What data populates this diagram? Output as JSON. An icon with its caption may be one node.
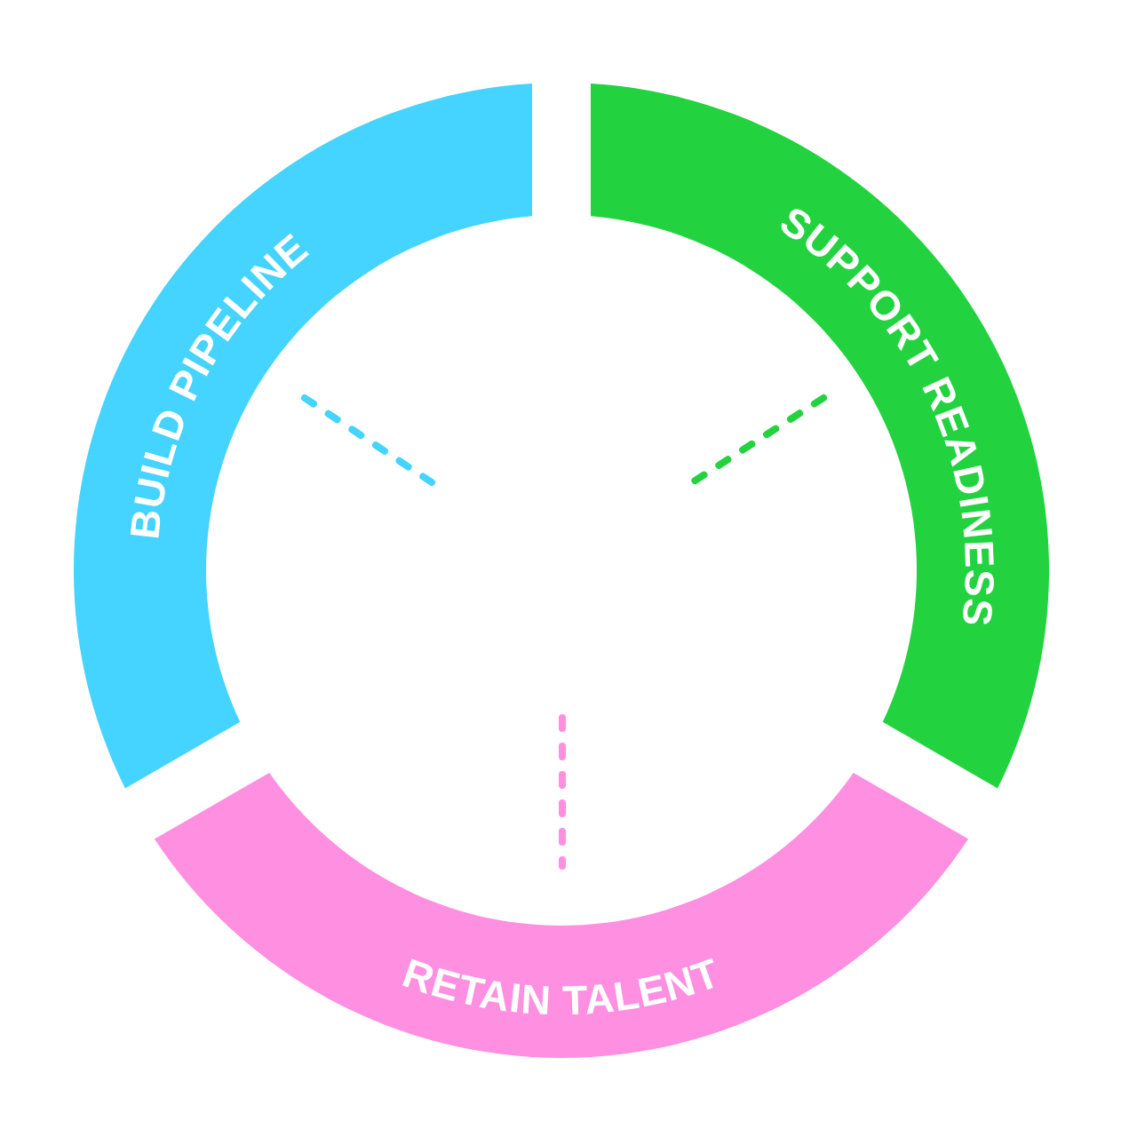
{
  "diagram": {
    "nodes": [
      {
        "text": [
          "BUILD PIPELINE"
        ]
      },
      {
        "text": [
          "SUPPORT READINESS"
        ]
      },
      {
        "text": [
          "RETAIN TALENT"
        ]
      }
    ]
  }
}
